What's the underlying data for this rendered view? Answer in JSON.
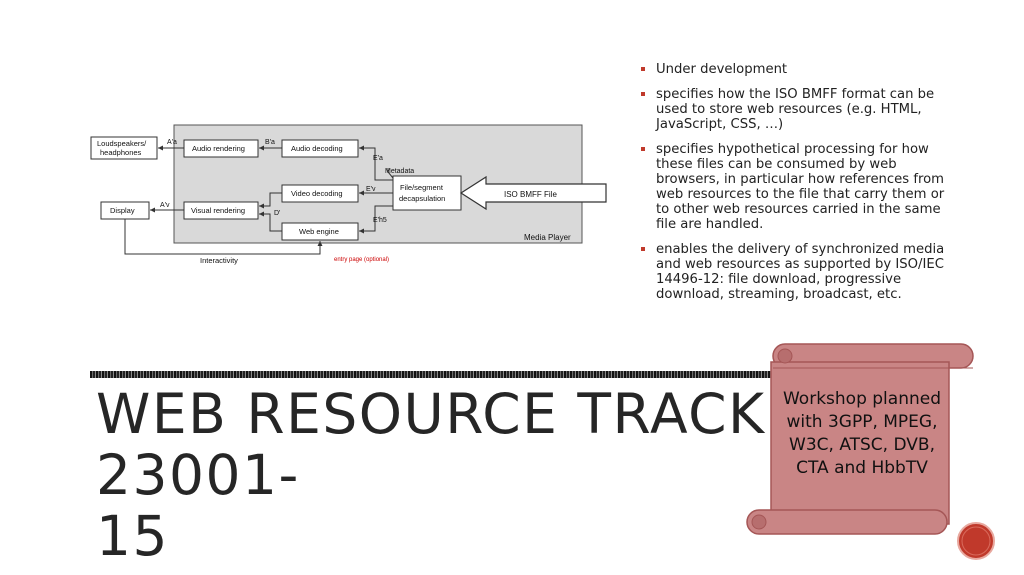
{
  "diagram": {
    "loudspeakers_line1": "Loudspeakers/",
    "loudspeakers_line2": "headphones",
    "display": "Display",
    "audio_rendering": "Audio rendering",
    "visual_rendering": "Visual rendering",
    "audio_decoding": "Audio decoding",
    "video_decoding": "Video decoding",
    "web_engine": "Web engine",
    "file_segment_line1": "File/segment",
    "file_segment_line2": "decapsulation",
    "iso_bmff_file": "ISO BMFF File",
    "metadata": "Metadata",
    "media_player": "Media Player",
    "interactivity": "Interactivity",
    "entry_page": "entry page (optional)",
    "label_a_a": "A'a",
    "label_b_a": "B'a",
    "label_e_a": "E'a",
    "label_a_v": "A'v",
    "label_e_v": "E'v",
    "label_d": "D'",
    "label_e_h": "E'h5"
  },
  "bullets": [
    "Under development",
    "specifies how the ISO BMFF format can be used to store web resources (e.g. HTML, JavaScript, CSS, …)",
    "specifies hypothetical processing for how these files can be consumed by web browsers, in particular how references from web resources to the file that carry them or to other web resources carried in the same file are handled.",
    "enables the delivery of synchronized media and web resources as supported by ISO/IEC 14496-12: file download, progressive download, streaming, broadcast, etc."
  ],
  "title": {
    "line1": "WEB RESOURCE TRACK 23001-",
    "line2": "15"
  },
  "callout": {
    "text": "Workshop planned with 3GPP, MPEG, W3C, ATSC, DVB, CTA and HbbTV"
  },
  "colors": {
    "accent": "#c0392b",
    "scroll_fill": "#c98585",
    "scroll_edge": "#a55656",
    "title_text": "#262626"
  }
}
